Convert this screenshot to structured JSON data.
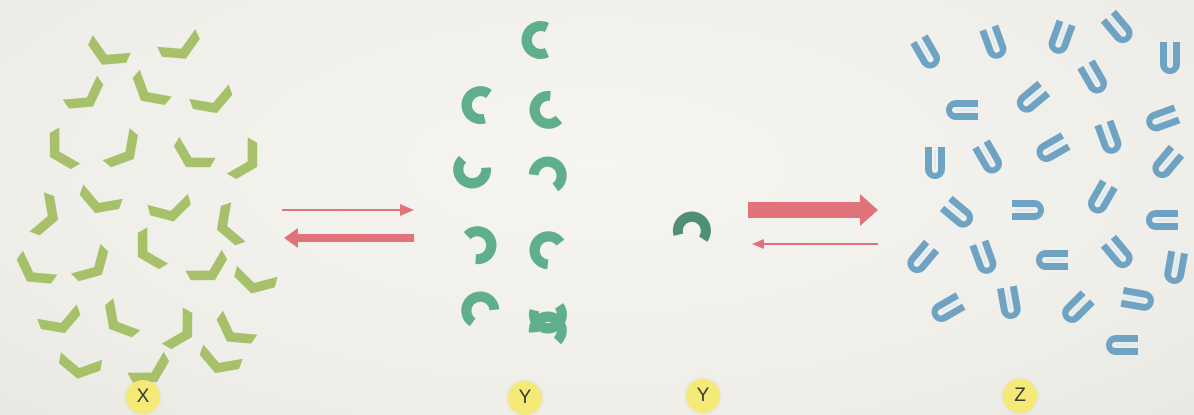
{
  "labels": {
    "x": "X",
    "y_left": "Y",
    "y_right": "Y",
    "z": "Z"
  },
  "colors": {
    "x_shape": "#a6c16a",
    "y_shape": "#5fae8c",
    "y_single": "#4f8f74",
    "z_shape": "#6fa3c3",
    "z_stripe": "#dbe9f1",
    "arrow": "#e0727a",
    "badge": "#f5e978"
  }
}
